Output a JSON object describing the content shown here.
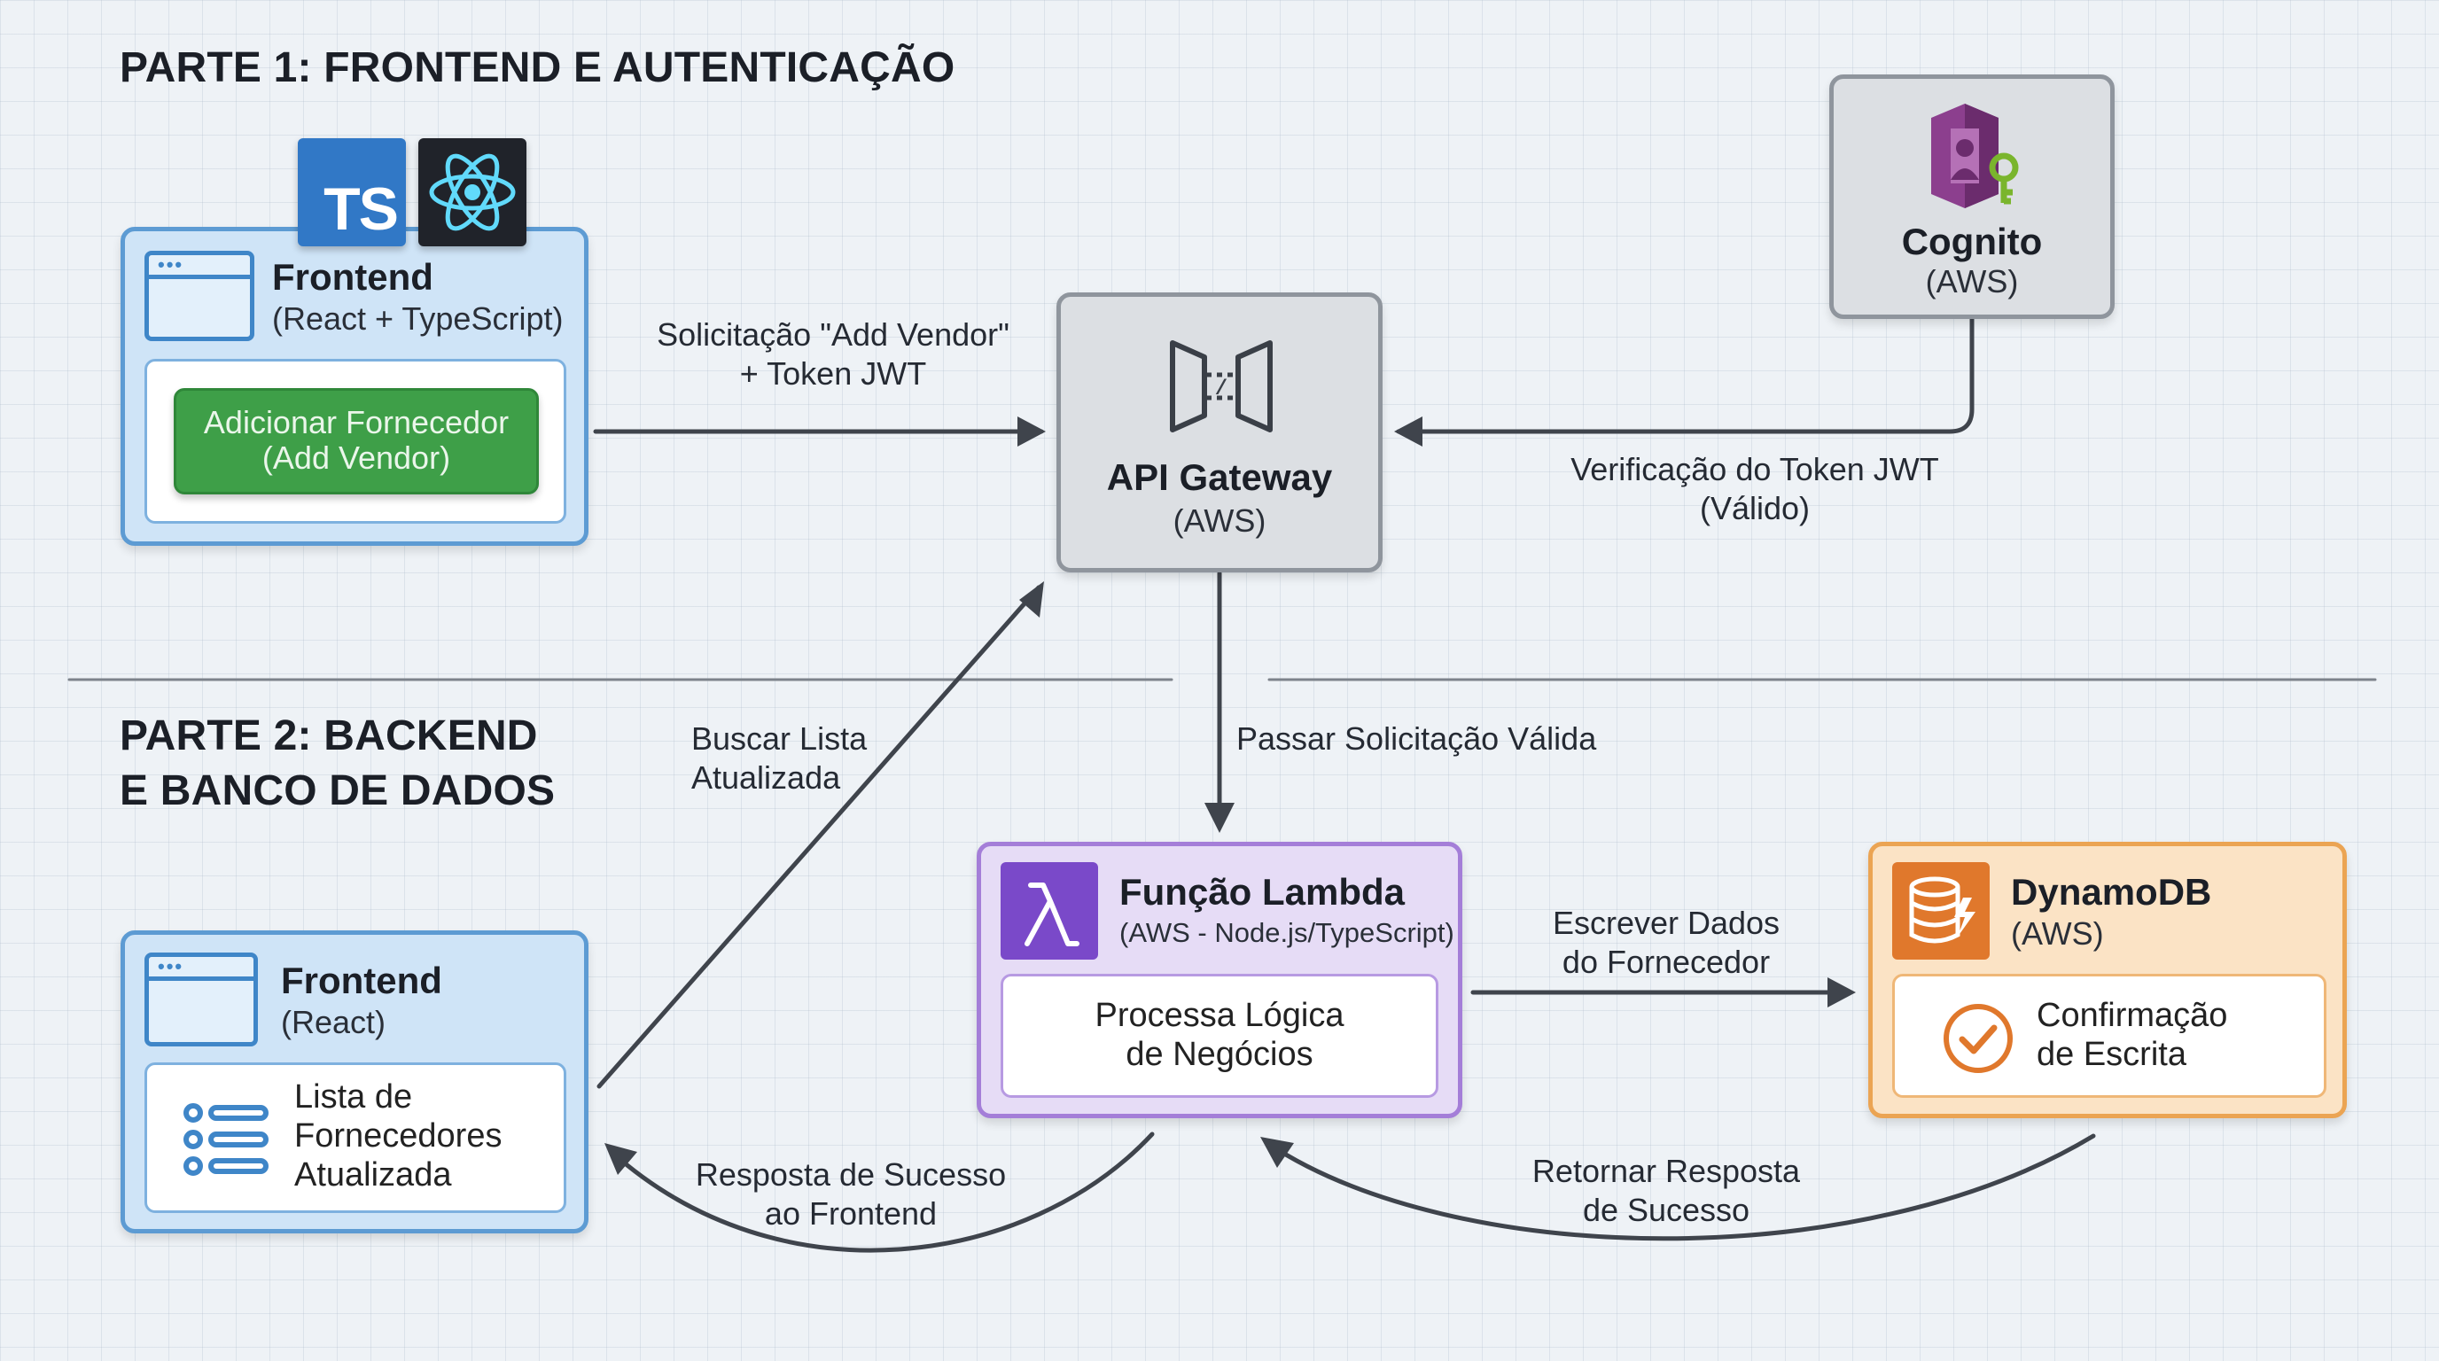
{
  "headings": {
    "part1": "PARTE 1: FRONTEND E AUTENTICAÇÃO",
    "part2_line1": "PARTE 2: BACKEND",
    "part2_line2": "E BANCO DE DADOS"
  },
  "frontend_top": {
    "title": "Frontend",
    "subtitle": "(React + TypeScript)",
    "button_line1": "Adicionar Fornecedor",
    "button_line2": "(Add Vendor)",
    "ts_badge": "TS"
  },
  "cognito": {
    "title": "Cognito",
    "subtitle": "(AWS)"
  },
  "api_gateway": {
    "title": "API Gateway",
    "subtitle": "(AWS)"
  },
  "lambda": {
    "title": "Função Lambda",
    "subtitle": "(AWS - Node.js/TypeScript)",
    "body_line1": "Processa Lógica",
    "body_line2": "de Negócios"
  },
  "dynamodb": {
    "title": "DynamoDB",
    "subtitle": "(AWS)",
    "body_line1": "Confirmação",
    "body_line2": "de Escrita"
  },
  "frontend_bottom": {
    "title": "Frontend",
    "subtitle": "(React)",
    "list_line1": "Lista de",
    "list_line2": "Fornecedores",
    "list_line3": "Atualizada"
  },
  "edges": {
    "request_line1": "Solicitação \"Add Vendor\"",
    "request_line2": "+ Token JWT",
    "verify_line1": "Verificação do Token JWT",
    "verify_line2": "(Válido)",
    "pass": "Passar Solicitação Válida",
    "fetch_line1": "Buscar Lista",
    "fetch_line2": "Atualizada",
    "write_line1": "Escrever Dados",
    "write_line2": "do Fornecedor",
    "response_line1": "Resposta de Sucesso",
    "response_line2": "ao Frontend",
    "return_line1": "Retornar Resposta",
    "return_line2": "de Sucesso"
  },
  "colors": {
    "frontend": "#5d9bd3",
    "button": "#3e9f48",
    "gateway": "#8f959d",
    "lambda": "#a47ed8",
    "dynamodb": "#eba453",
    "arrow": "#3f444c"
  }
}
